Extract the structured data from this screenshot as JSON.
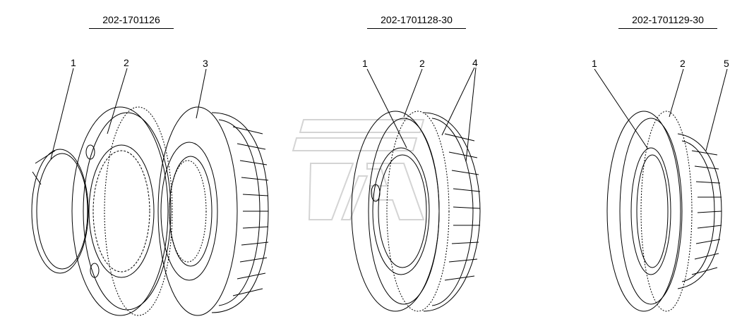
{
  "assemblies": [
    {
      "title": "202-1701126",
      "labels": [
        "1",
        "2",
        "3"
      ]
    },
    {
      "title": "202-1701128-30",
      "labels": [
        "1",
        "2",
        "4"
      ]
    },
    {
      "title": "202-1701129-30",
      "labels": [
        "1",
        "2",
        "5"
      ]
    }
  ],
  "colors": {
    "line": "#000000",
    "watermark": "#d9d9d9"
  },
  "watermark": {
    "icon": "gaz-logo-watermark"
  }
}
